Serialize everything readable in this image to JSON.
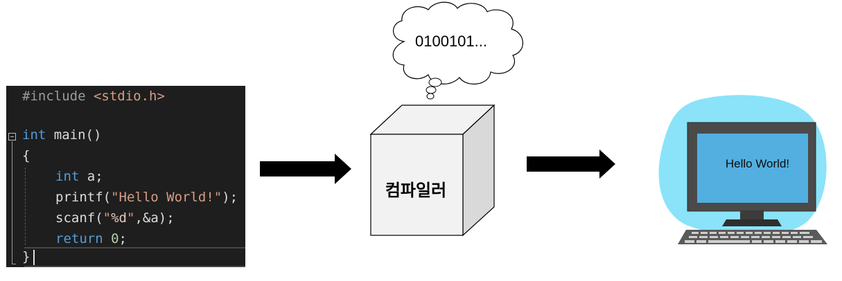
{
  "code": {
    "line1": {
      "directive": "#include",
      "header": "<stdio.h>"
    },
    "line3": {
      "keyword": "int",
      "rest": " main()"
    },
    "line4": {
      "text": "{"
    },
    "line5": {
      "keyword": "int",
      "rest": " a;"
    },
    "line6": {
      "func": "printf(",
      "string": "\"Hello World!\"",
      "end": ");"
    },
    "line7": {
      "func": "scanf(",
      "q1": "\"",
      "fmt": "%d",
      "q2": "\"",
      "end": ",&a);"
    },
    "line8": {
      "keyword": "return",
      "space": " ",
      "number": "0",
      "end": ";"
    },
    "line9": {
      "text": "}"
    }
  },
  "compiler": {
    "label": "컴파일러"
  },
  "bubble": {
    "text": "0100101..."
  },
  "computer": {
    "screen_text": "Hello World!"
  },
  "colors": {
    "editor_bg": "#1e1e1e",
    "keyword": "#569cd6",
    "string": "#d69d85",
    "monitor_bg_blob": "#8ae3f9",
    "screen": "#52afe0"
  }
}
